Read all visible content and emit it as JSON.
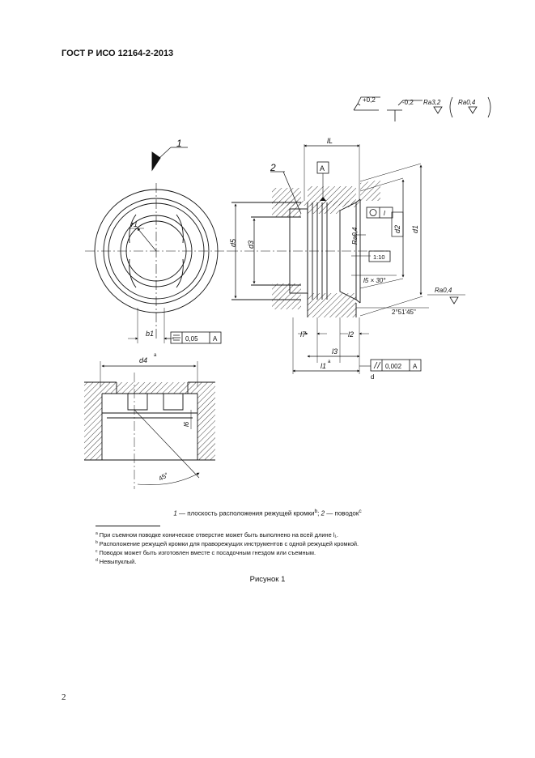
{
  "header": {
    "doc_id": "ГОСТ Р ИСО 12164-2-2013"
  },
  "drawing": {
    "roughness_legend": {
      "tol1": "+0,2",
      "tol2": "-0,2",
      "ra1": "Ra3,2",
      "ra2": "Ra0,4"
    },
    "labels": {
      "callout_1": "1",
      "callout_2": "2",
      "datum_A": "A",
      "lL": "lL",
      "d1": "d1",
      "d2": "d2",
      "d3": "d3",
      "d5": "d5",
      "r1": "r1",
      "b1": "b1",
      "d4": "d4",
      "sup_a": "a",
      "l1": "l1",
      "l2": "l2",
      "l3": "l3",
      "l6": "l6",
      "l7": "l7",
      "l5": "l5 × 30°",
      "ra_inner": "Ra0,4",
      "ra_outer": "Ra0,4",
      "taper": "1:10",
      "angle_bottom": "2°51'45\"",
      "angle_45": "45°",
      "fcf_circ_box": "l",
      "fcf_sym": {
        "value": "0,05",
        "datum": "A"
      },
      "fcf_par": {
        "value": "0,002",
        "datum": "A"
      },
      "note_d": "d"
    }
  },
  "caption": {
    "n1": "1",
    "t1": " — плоскость расположения режущей кромки",
    "s1": "b",
    "sep": "; ",
    "n2": "2",
    "t2": " — поводок",
    "s2": "c"
  },
  "footnotes": [
    {
      "mark": "a",
      "text": "При съемном поводке коническое отверстие может быть выполнено на всей длине l₁."
    },
    {
      "mark": "b",
      "text": "Расположение режущей кромки для праворежущих инструментов с одной режущей кромкой."
    },
    {
      "mark": "c",
      "text": "Поводок может быть изготовлен вместе с посадочным гнездом или съемным."
    },
    {
      "mark": "d",
      "text": "Невыпуклый."
    }
  ],
  "figure_title": "Рисунок 1",
  "page_number": "2"
}
